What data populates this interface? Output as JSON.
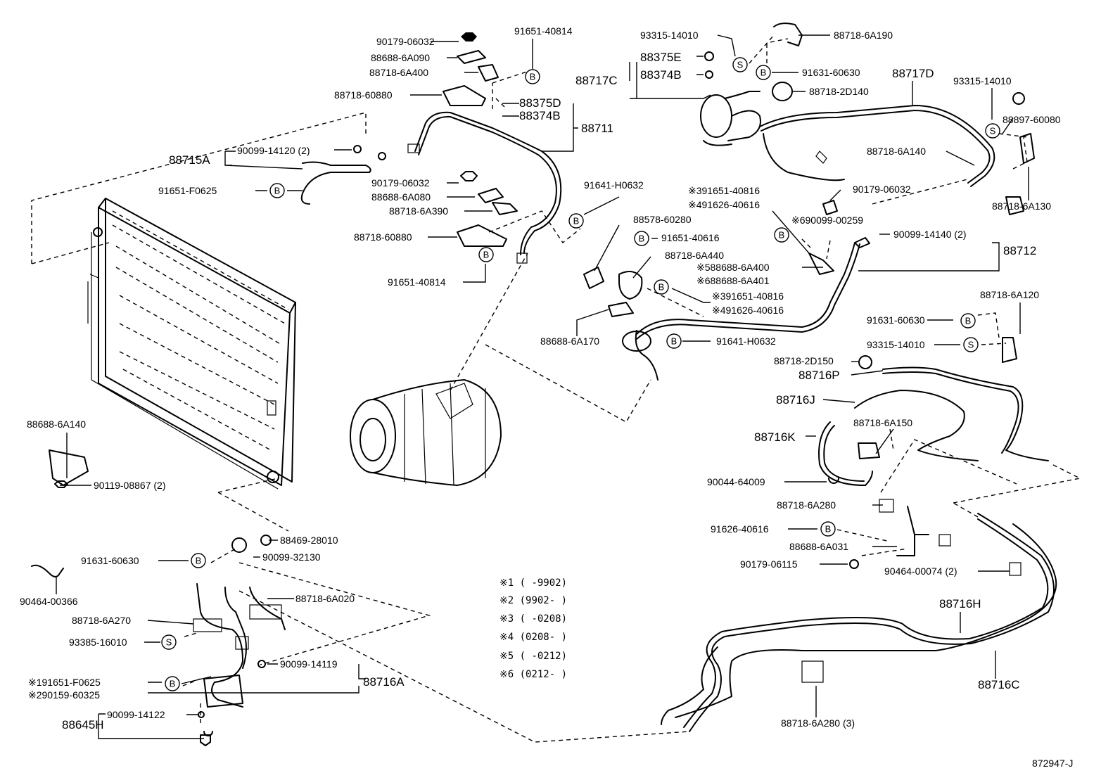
{
  "labels": {
    "p90179_06032_a": "90179-06032",
    "p91651_40814_a": "91651-40814",
    "p88688_6A090": "88688-6A090",
    "p88718_6A400": "88718-6A400",
    "p88718_60880_a": "88718-60880",
    "p88375D": "88375D",
    "p88374B_a": "88374B",
    "p88711": "88711",
    "p88715A": "88715A",
    "p90099_14120": "90099-14120 (2)",
    "p91651_F0625": "91651-F0625",
    "p90179_06032_b": "90179-06032",
    "p88688_6A080": "88688-6A080",
    "p88718_6A390": "88718-6A390",
    "p88718_60880_b": "88718-60880",
    "p91651_40814_b": "91651-40814",
    "p91641_H0632_a": "91641-H0632",
    "p93315_14010_a": "93315-14010",
    "p88718_6A190": "88718-6A190",
    "p88375E": "88375E",
    "p88374B_b": "88374B",
    "p88717C": "88717C",
    "p91631_60630_a": "91631-60630",
    "p88718_2D140": "88718-2D140",
    "p88717D": "88717D",
    "p93315_14010_b": "93315-14010",
    "p88897_60080": "88897-60080",
    "p88718_6A140": "88718-6A140",
    "p88718_6A130": "88718-6A130",
    "p91651_40816_a": "※391651-40816",
    "p91626_40616_a": "※491626-40616",
    "p90179_06032_c": "90179-06032",
    "p90099_00259": "※690099-00259",
    "p90099_14140": "90099-14140 (2)",
    "p88712": "88712",
    "p88578_60280": "88578-60280",
    "p91651_40616": "91651-40616",
    "p88718_6A440": "88718-6A440",
    "p88688_6A400": "※588688-6A400",
    "p88688_6A401": "※688688-6A401",
    "p91651_40816_b": "※391651-40816",
    "p91626_40616_b": "※491626-40616",
    "p88688_6A170": "88688-6A170",
    "p91641_H0632_b": "91641-H0632",
    "p88718_6A120": "88718-6A120",
    "p91631_60630_b": "91631-60630",
    "p93315_14010_c": "93315-14010",
    "p88718_2D150": "88718-2D150",
    "p88716P": "88716P",
    "p88716J": "88716J",
    "p88718_6A150": "88718-6A150",
    "p88716K": "88716K",
    "p90044_64009": "90044-64009",
    "p88718_6A280_a": "88718-6A280",
    "p91626_40616_c": "91626-40616",
    "p88688_6A031": "88688-6A031",
    "p90179_06115": "90179-06115",
    "p90464_00074": "90464-00074 (2)",
    "p88716H": "88716H",
    "p88716C": "88716C",
    "p88718_6A280_b": "88718-6A280 (3)",
    "p88688_6A140": "88688-6A140",
    "p90119_08867": "90119-08867 (2)",
    "p88469_28010": "88469-28010",
    "p91631_60630_c": "91631-60630",
    "p90099_32130": "90099-32130",
    "p90464_00366": "90464-00366",
    "p88718_6A020": "88718-6A020",
    "p88718_6A270": "88718-6A270",
    "p93385_16010": "93385-16010",
    "p90099_14119": "90099-14119",
    "p88716A": "88716A",
    "p91651_F0625_b": "※191651-F0625",
    "p90159_60325": "※290159-60325",
    "p88645H": "88645H",
    "p90099_14122": "90099-14122"
  },
  "notes": [
    "※1 (      -9902)",
    "※2 (9902-       )",
    "※3 (      -0208)",
    "※4 (0208-       )",
    "※5 (      -0212)",
    "※6 (0212-       )"
  ],
  "symbols": {
    "bolt": "B",
    "screw": "S"
  },
  "diagram_id": "872947-J"
}
